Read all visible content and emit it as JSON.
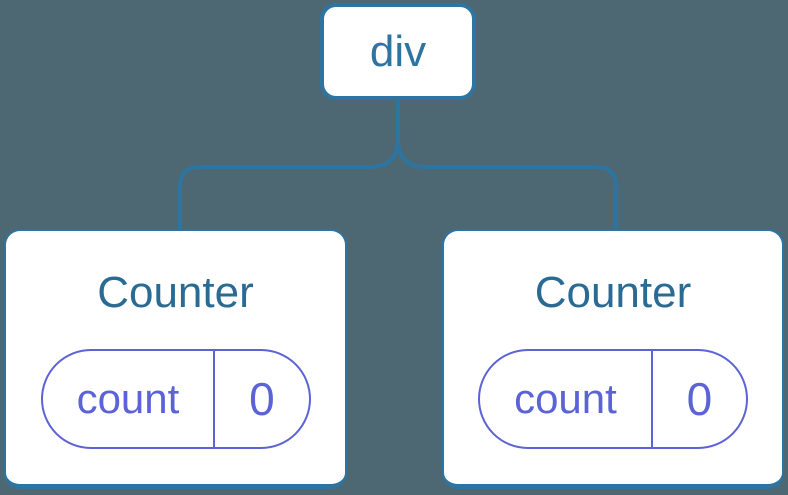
{
  "colors": {
    "background": "#4D6873",
    "line_blue": "#2E74A1",
    "title_blue": "#2A6B94",
    "state_purple": "#5B63D6",
    "card_white": "#FFFFFF"
  },
  "tree": {
    "root": {
      "label": "div"
    },
    "children": [
      {
        "title": "Counter",
        "state": {
          "key": "count",
          "value": "0"
        }
      },
      {
        "title": "Counter",
        "state": {
          "key": "count",
          "value": "0"
        }
      }
    ]
  }
}
